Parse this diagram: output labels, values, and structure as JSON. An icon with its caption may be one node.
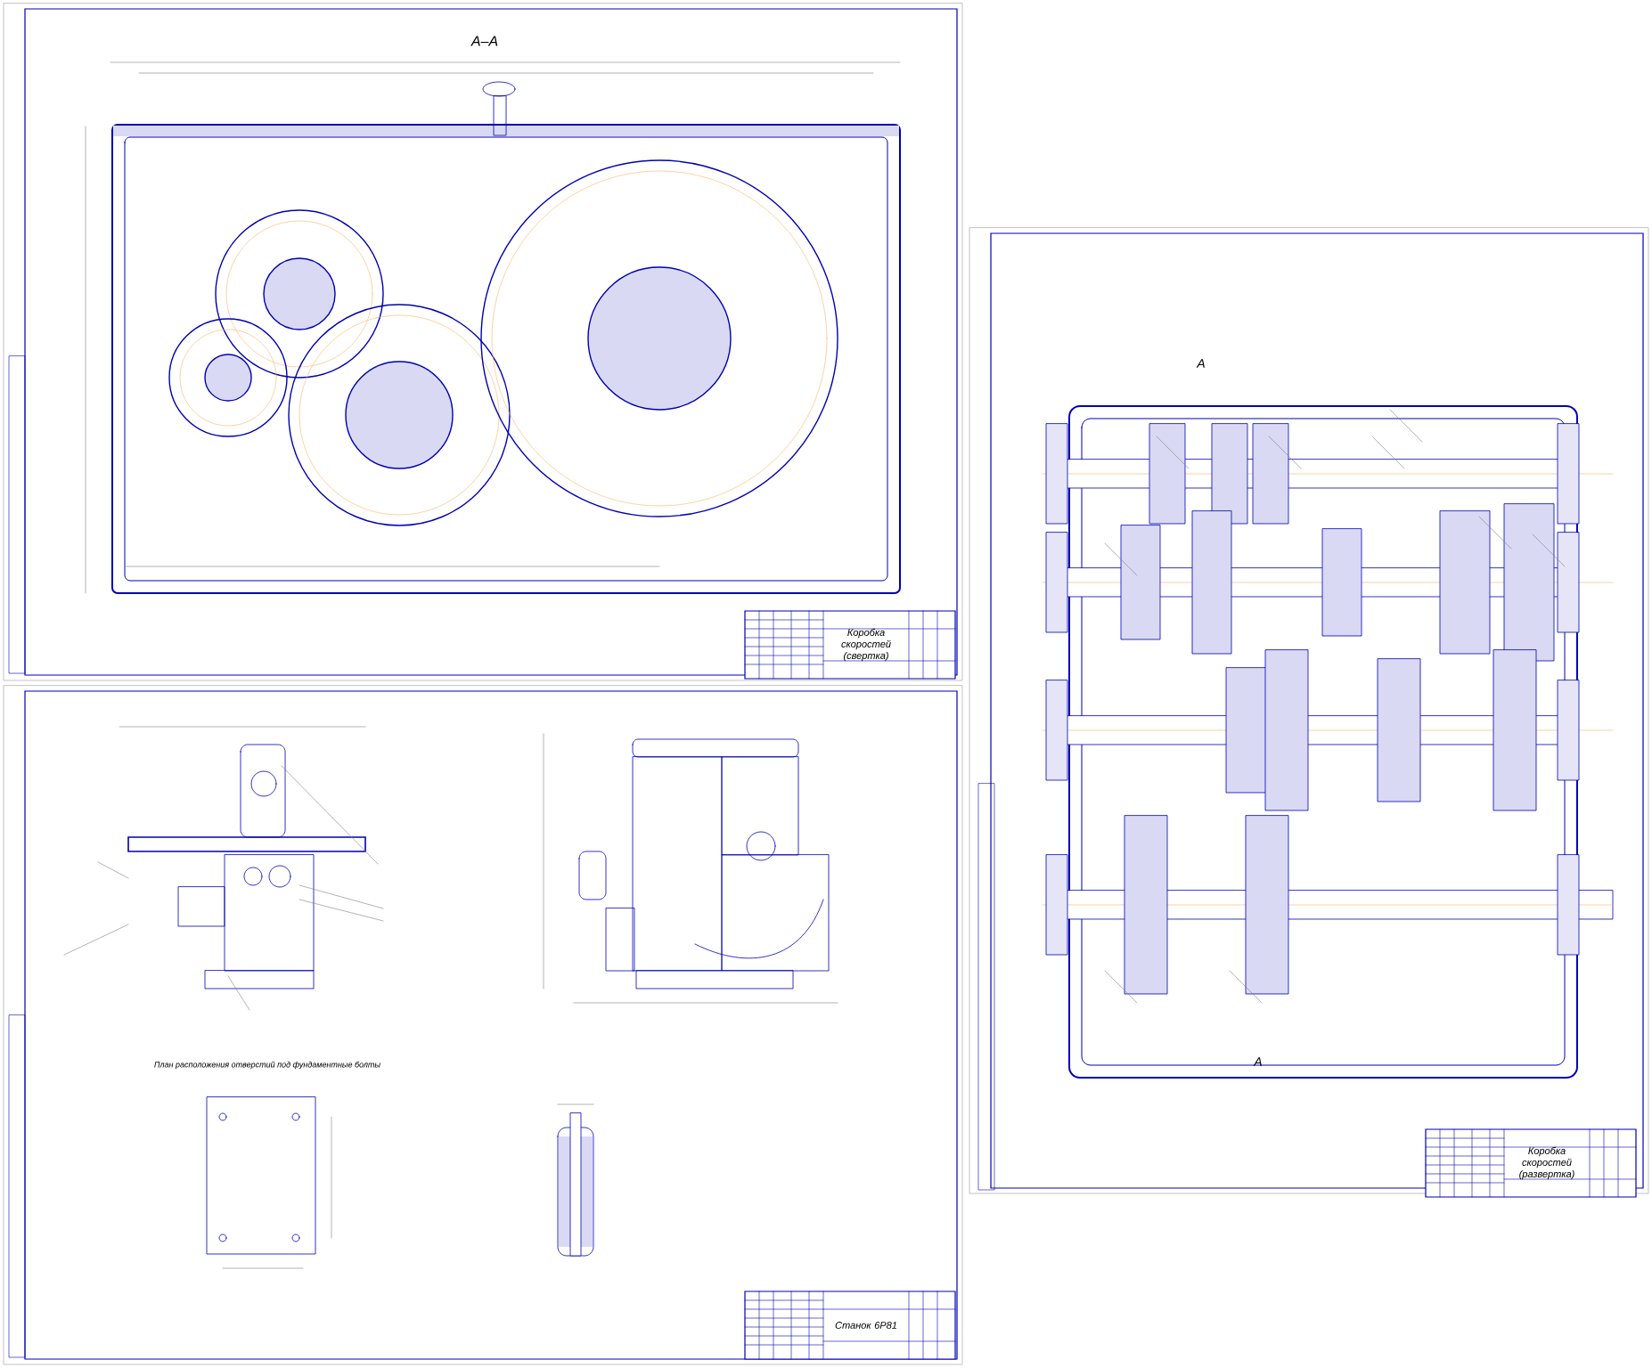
{
  "diagram": {
    "labels": [
      "А–А",
      "Коробка скоростей (свертка)",
      "Станок 6Р81",
      "План расположения отверстий под фундаментные болты",
      "Коробка скоростей (развертка)",
      "А",
      "А"
    ]
  }
}
